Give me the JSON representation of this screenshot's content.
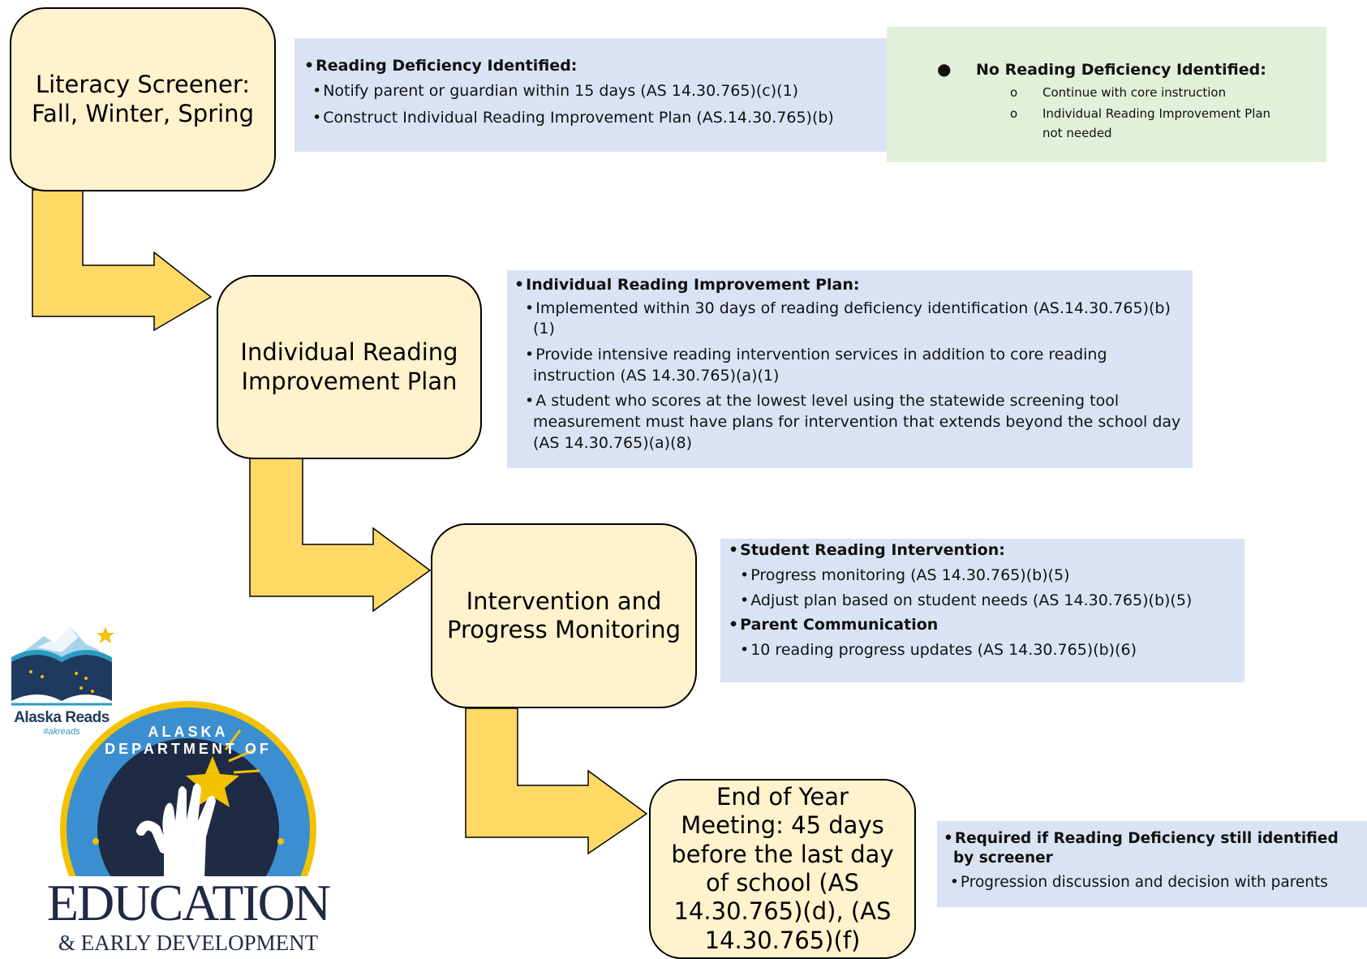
{
  "boxes": {
    "screener": "Literacy Screener: Fall, Winter, Spring",
    "irip": "Individual Reading Improvement Plan",
    "intervention": "Intervention and Progress Monitoring",
    "eoy": "End of Year Meeting: 45 days before the last day of school (AS 14.30.765)(d), (AS 14.30.765)(f)"
  },
  "panels": {
    "deficiency": {
      "heading": "Reading Deficiency Identified:",
      "items": [
        "Notify parent or guardian within 15 days (AS 14.30.765)(c)(1)",
        "Construct Individual Reading Improvement Plan (AS.14.30.765)(b)"
      ]
    },
    "no_deficiency": {
      "heading": "No Reading Deficiency Identified:",
      "items": [
        "Continue with core instruction",
        "Individual Reading Improvement Plan not needed"
      ]
    },
    "irip": {
      "heading": "Individual Reading Improvement Plan:",
      "items": [
        "Implemented within 30 days of reading deficiency identification (AS.14.30.765)(b)(1)",
        "Provide intensive reading intervention services in addition to core reading instruction (AS 14.30.765)(a)(1)",
        "A student who scores at the lowest level using the statewide screening tool measurement must have plans for intervention that extends beyond the school day (AS 14.30.765)(a)(8)"
      ]
    },
    "intervention": {
      "heading1": "Student Reading Intervention:",
      "items1": [
        "Progress monitoring (AS 14.30.765)(b)(5)",
        "Adjust plan based on student needs (AS 14.30.765)(b)(5)"
      ],
      "heading2": "Parent Communication",
      "items2": [
        "10 reading progress updates (AS 14.30.765)(b)(6)"
      ]
    },
    "eoy": {
      "heading": "Required if Reading Deficiency still identified by screener",
      "items": [
        "Progression discussion and decision with parents"
      ]
    }
  },
  "logos": {
    "alaska_reads": "Alaska Reads",
    "alaska_reads_tag": "#akreads",
    "dept_arc": "ALASKA DEPARTMENT OF",
    "education": "EDUCATION",
    "early_dev": "& EARLY DEVELOPMENT"
  },
  "colors": {
    "box_fill": "#fff2cc",
    "arrow_fill": "#ffd966",
    "blue_panel": "#dae3f3",
    "green_panel": "#e2efd9",
    "navy": "#1f2a44",
    "logo_blue": "#2e75b6"
  }
}
